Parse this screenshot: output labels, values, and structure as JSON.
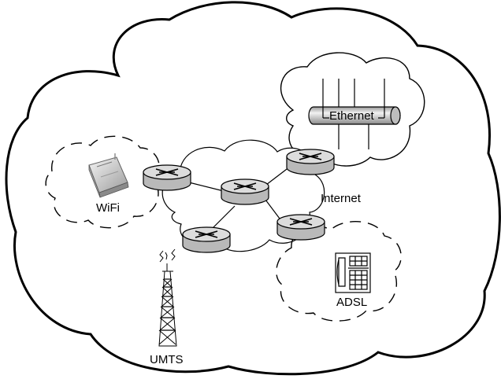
{
  "labels": {
    "wifi": "WiFi",
    "ethernet": "Ethernet",
    "internet": "Internet",
    "adsl": "ADSL",
    "umts": "UMTS"
  },
  "colors": {
    "stroke": "#000000",
    "router_fill": "#c8c8c8",
    "router_top": "#e6e6e6",
    "background": "#ffffff"
  },
  "icons": [
    "router-icon",
    "wifi-access-point-icon",
    "telephone-icon",
    "cell-tower-icon",
    "ethernet-cable-icon",
    "cloud-icon"
  ]
}
